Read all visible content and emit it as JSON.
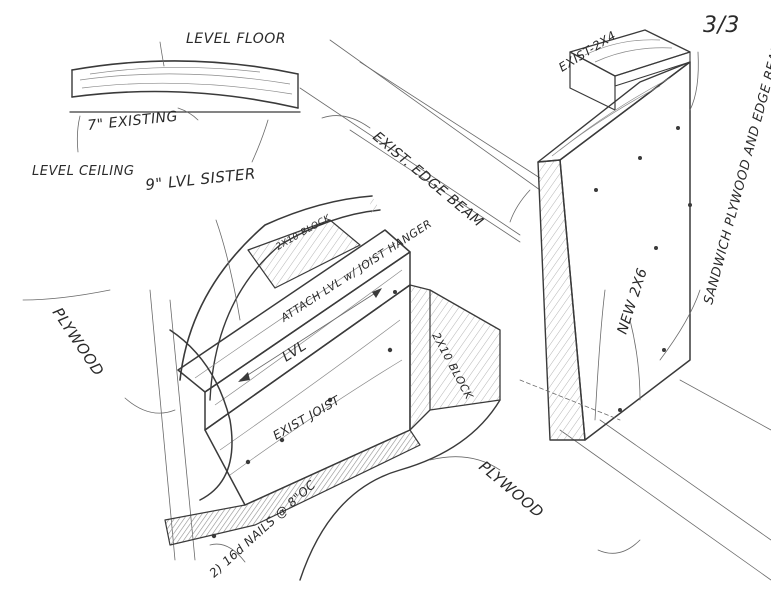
{
  "sheet": {
    "page_number": "3/3"
  },
  "detail_section": {
    "level_floor": "LEVEL FLOOR",
    "existing_joist": "7\" EXISTING",
    "level_ceiling": "LEVEL CEILING",
    "lvl_sister": "9\" LVL SISTER"
  },
  "main_view": {
    "exist_edge_beam": "EXIST. EDGE BEAM",
    "exist_2x4": "EXIST-2X4",
    "sandwich_note": "SANDWICH PLYWOOD AND EDGE BEAM",
    "new_2x6": "NEW 2X6",
    "block_2x10_top": "2X10 BLOCK",
    "attach_lvl": "ATTACH LVL w/ JOIST HANGER",
    "lvl": "LVL",
    "block_2x10": "2X10 BLOCK",
    "exist_joist": "EXIST JOIST",
    "plywood_left": "PLYWOOD",
    "plywood_right": "PLYWOOD",
    "nails_note": "2) 16d NAILS @ 8\"OC"
  }
}
